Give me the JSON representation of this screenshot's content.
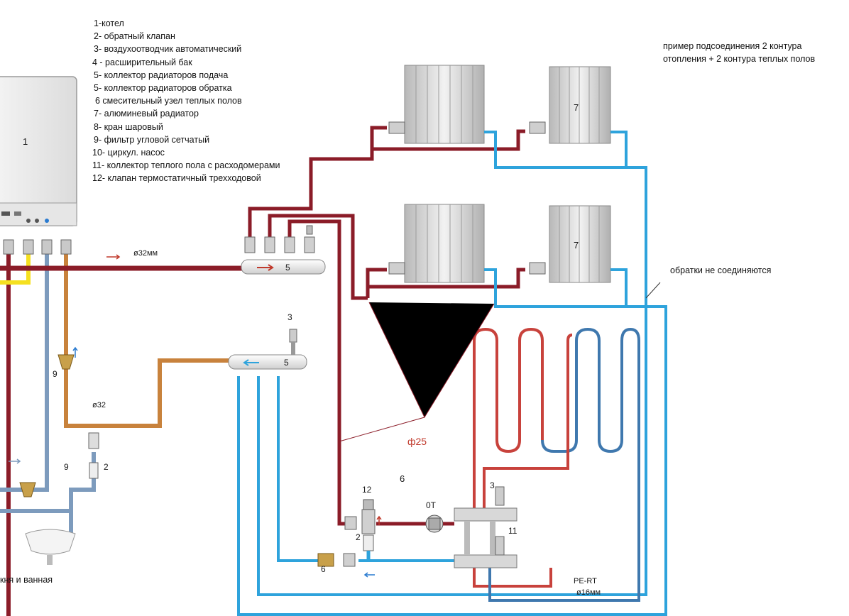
{
  "legend": [
    "1-котел",
    "2- обратный клапан",
    "3- воздухоотводчик автоматический",
    "4 - расширительный бак",
    "5- коллектор радиаторов подача",
    "5- коллектор радиаторов обратка",
    "6 смесительный узел теплых полов",
    "7- алюминевый радиатор",
    "8- кран шаровый",
    "9- фильтр угловой сетчатый",
    "10- циркул. насос",
    "11- коллектор теплого пола с расходомерами",
    "12- клапан термостатичный  трехходовой"
  ],
  "notes": {
    "example_line1": "пример подсоединения 2 контура",
    "example_line2": "отопления + 2 контура теплых полов",
    "returns_not_joined": "обратки не соединяются",
    "kitchen_bath": "кня и  ванная"
  },
  "labels": {
    "boiler": "1",
    "radiator_a": "7",
    "radiator_b": "7",
    "supply_collector": "5",
    "return_collector": "5",
    "air_vent": "3",
    "air_vent_floor": "3",
    "filter_upper": "9",
    "filter_lower": "9",
    "check_valve_left": "2",
    "check_valve_mix": "2",
    "thermo_valve": "12",
    "mixing_unit": "6",
    "mixing_filter": "6",
    "floor_collector": "11",
    "pump": "0T",
    "diam_32mm": "ø32мм",
    "diam_32": "ø32",
    "diam_25": "ф25",
    "pe_rt": "PE-RT",
    "diam_16": "ø16мм"
  },
  "colors": {
    "supply": "#8b1c28",
    "return_blue": "#2ea3dc",
    "return_gray": "#7d9bbd",
    "copper": "#c8823c",
    "gas_yellow": "#f5e020",
    "floor_red": "#c8423c",
    "floor_blue": "#3f78ae",
    "radiator": "#d9d9d9"
  }
}
